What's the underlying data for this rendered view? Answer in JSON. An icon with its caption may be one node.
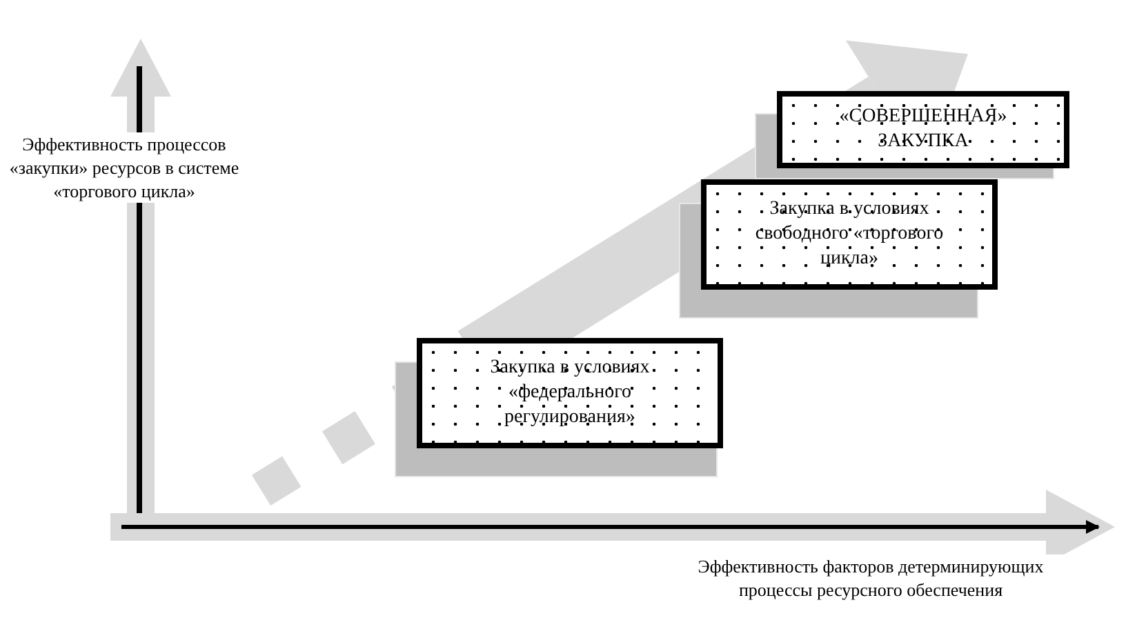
{
  "diagram": {
    "nodes": [
      {
        "text": [
          "Закупка в условиях «федерального регулирования»"
        ]
      },
      {
        "text": [
          "Закупка в условиях свободного «торгового цикла»"
        ]
      },
      {
        "text": [
          "«СОВЕРШЕННАЯ» ЗАКУПКА"
        ]
      }
    ],
    "edges": [],
    "labels": [
      "Эффективность процессов «закупки» ресурсов в системе «торгового цикла»",
      "Эффективность факторов детерминирующих процессы ресурсного обеспечения"
    ]
  }
}
